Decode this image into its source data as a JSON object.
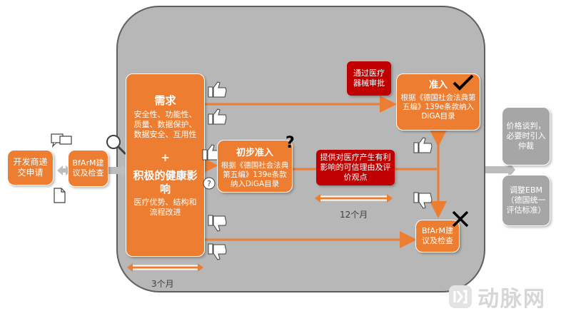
{
  "left_start": {
    "label": "开发商递交申请"
  },
  "bfarm_first": {
    "label": "BfArM建议及检查"
  },
  "demand_box": {
    "title": "需求",
    "items": "安全性、功能性、质量、数据保护、数据安全、互用性",
    "plus": "+",
    "title2": "积极的健康影响",
    "items2": "医疗优势、结构和流程改进"
  },
  "preliminary": {
    "title": "初步准入",
    "text": "根据《德国社会法典第五编》139e条款纳入DiGA目录",
    "mark": "?"
  },
  "approved": {
    "title": "准入",
    "text": "根据《德国社会法典第五编》139e条款纳入DiGA目录"
  },
  "device_approval": {
    "label": "通过医疗器械审批"
  },
  "evidence": {
    "label": "提供对医疗产生有利影响的可信理由及评价观点"
  },
  "bfarm_second": {
    "label": "BfArM建议及检查"
  },
  "right_top": {
    "label": "价格谈判，必要时引入仲裁"
  },
  "right_bottom": {
    "label": "调整EBM（德国统一评估标准）"
  },
  "durations": {
    "three_months": "3个月",
    "twelve_months": "12个月"
  },
  "watermark": {
    "text": "动脉网"
  },
  "colors": {
    "accent": "#ED7D31",
    "red": "#C00000",
    "panel": "#B7B7B7",
    "arrow": "#ED7D31"
  }
}
